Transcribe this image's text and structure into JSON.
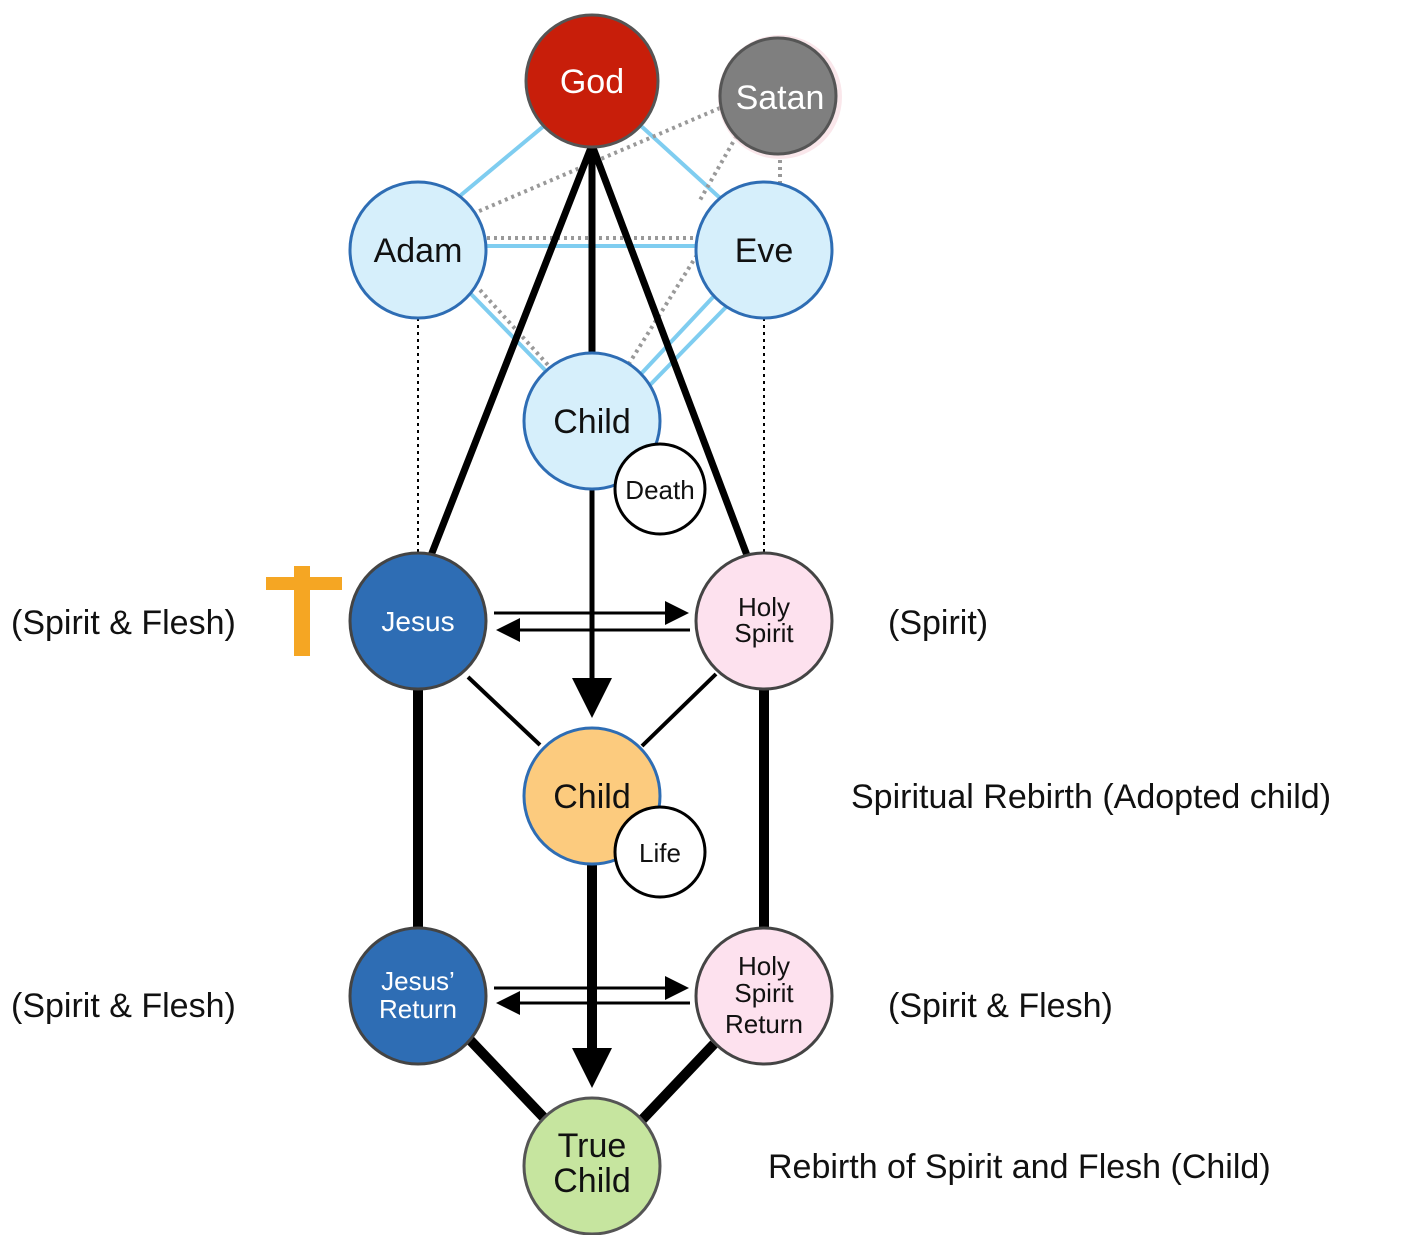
{
  "nodes": {
    "god": "God",
    "satan": "Satan",
    "adam": "Adam",
    "eve": "Eve",
    "child_top": "Child",
    "death": "Death",
    "jesus": "Jesus",
    "holy_spirit": [
      "Holy",
      "Spirit"
    ],
    "child_mid": "Child",
    "life": "Life",
    "jesus_return": [
      "Jesus’",
      "Return"
    ],
    "holy_spirit_return": [
      "Holy",
      "Spirit",
      "Return"
    ],
    "true_child": [
      "True",
      "Child"
    ]
  },
  "side_labels": {
    "jesus_left": "(Spirit & Flesh)",
    "holy_spirit_right": "(Spirit)",
    "child_mid_right": "Spiritual Rebirth (Adopted child)",
    "jesus_return_left": "(Spirit & Flesh)",
    "holy_spirit_return_right": "(Spirit & Flesh)",
    "true_child_right": "Rebirth of Spirit and Flesh (Child)"
  },
  "colors": {
    "god": "#c81e0a",
    "satan": "#7f7f7f",
    "light_blue": "#d6effb",
    "dark_blue": "#2e6db4",
    "pink": "#fde1ee",
    "orange": "#fccb7e",
    "green": "#c6e59f",
    "cross": "#f5a623",
    "sky_line": "#7fcdf0"
  }
}
